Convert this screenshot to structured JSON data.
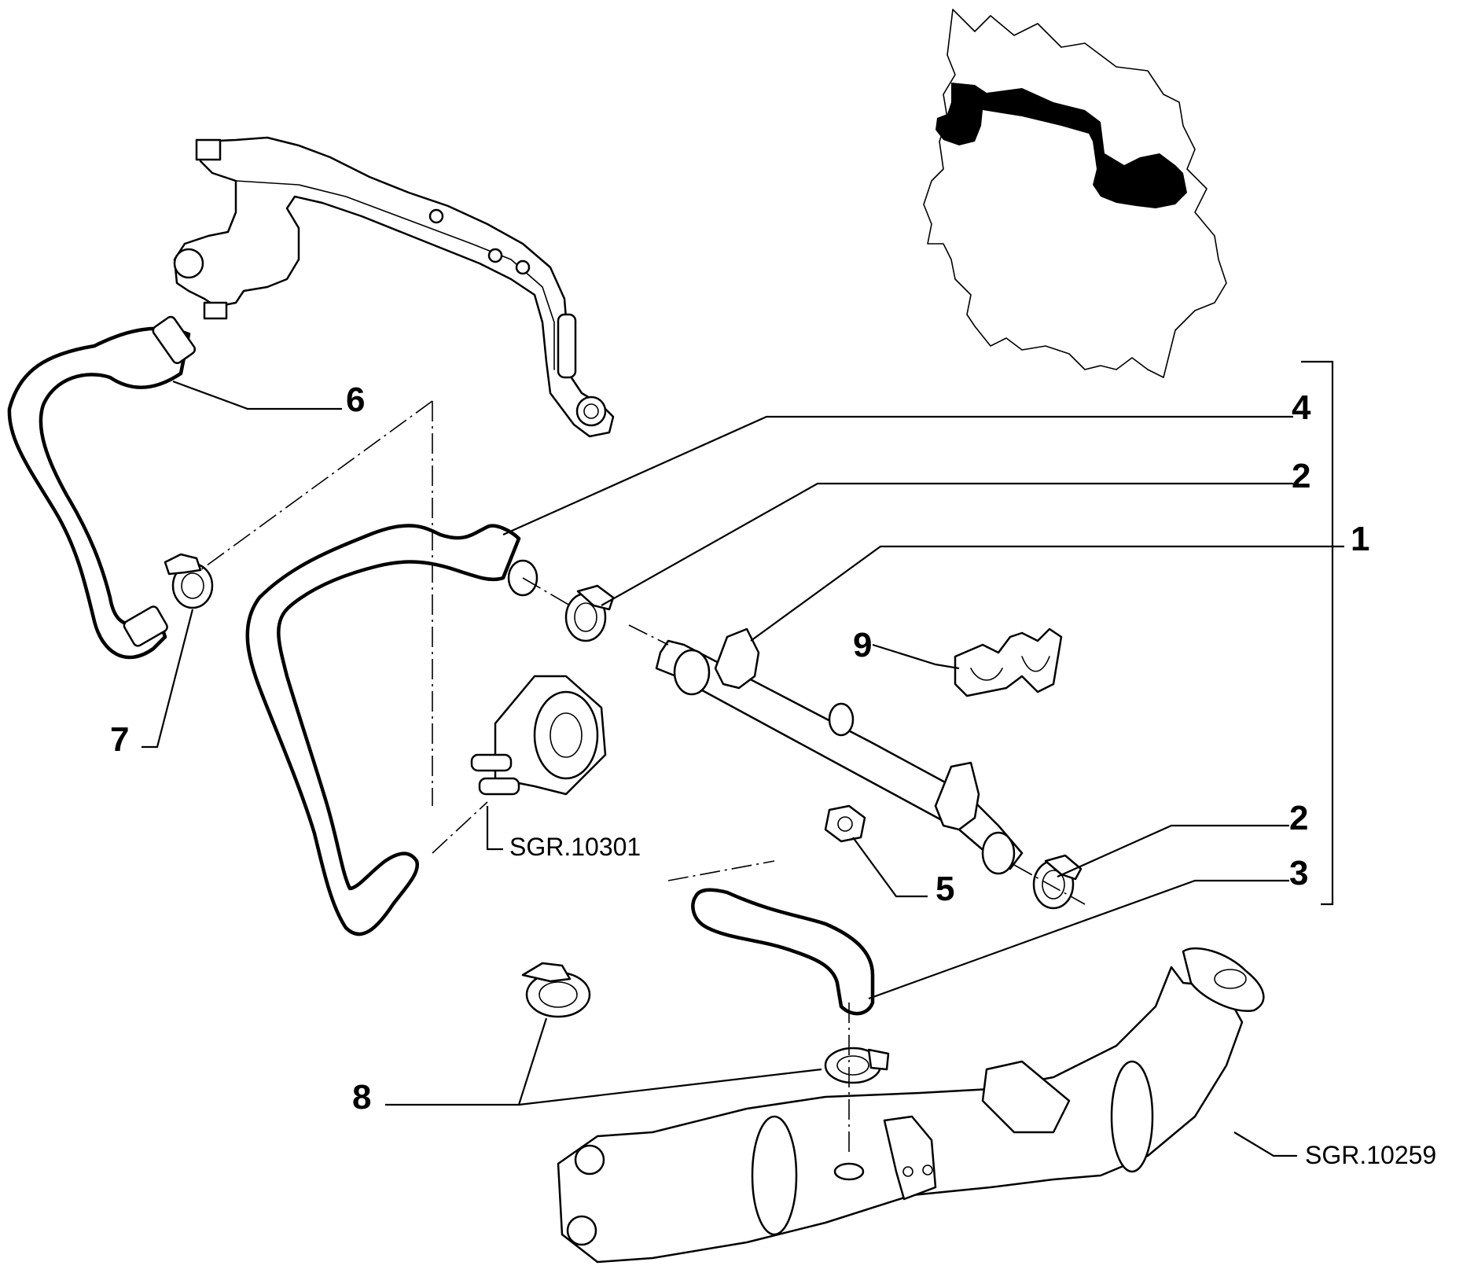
{
  "callouts": {
    "c1": "1",
    "c2a": "2",
    "c2b": "2",
    "c3": "3",
    "c4": "4",
    "c5": "5",
    "c6": "6",
    "c7": "7",
    "c8": "8",
    "c9": "9"
  },
  "references": {
    "oil_cooler_ref": "SGR.10301",
    "egr_ref": "SGR.10259"
  },
  "icons": {
    "engine_locator": "engine-silhouette-icon"
  }
}
